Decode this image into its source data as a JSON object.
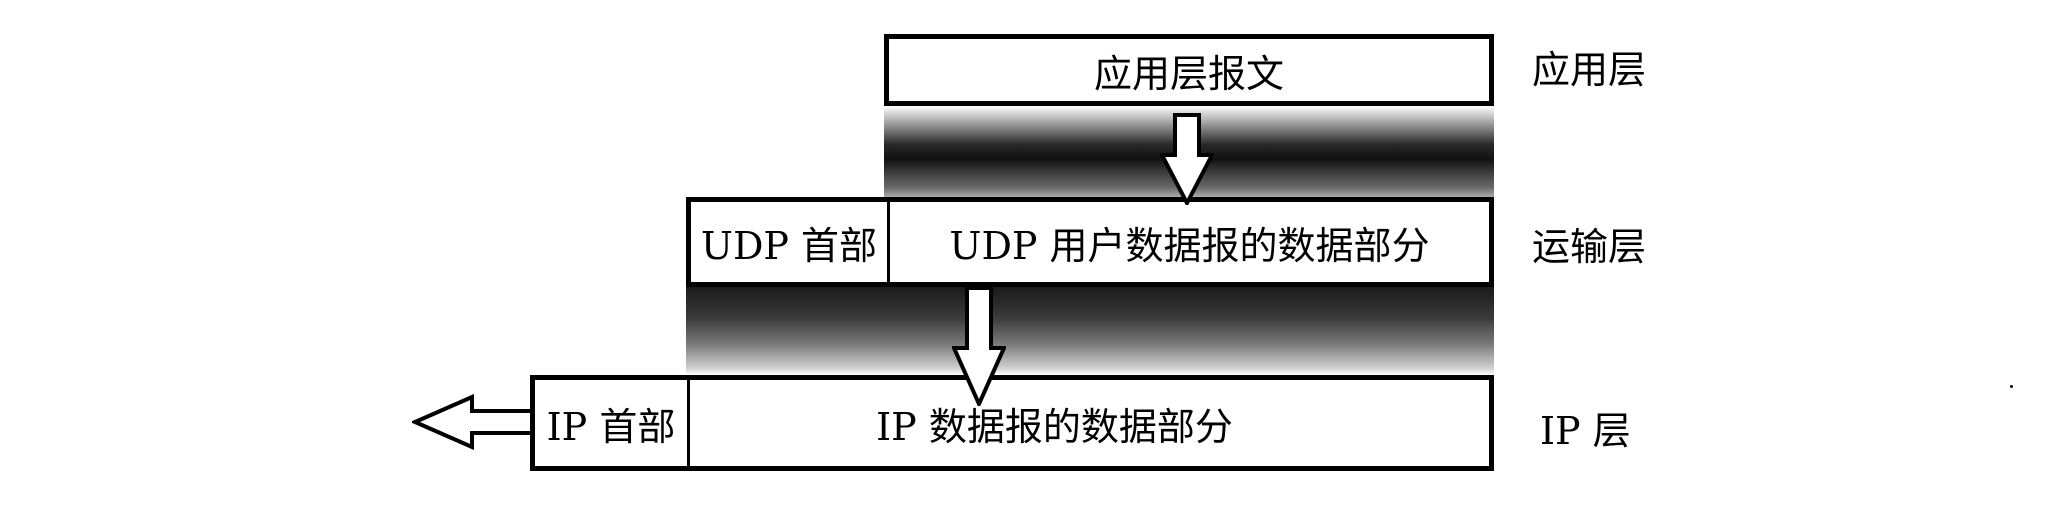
{
  "layers": {
    "application": {
      "box_label": "应用层报文",
      "layer_name": "应用层"
    },
    "transport": {
      "header_label": "UDP 首部",
      "data_label": "UDP 用户数据报的数据部分",
      "layer_name": "运输层"
    },
    "ip": {
      "header_label": "IP 首部",
      "data_label": "IP 数据报的数据部分",
      "layer_name": "IP 层"
    }
  },
  "colors": {
    "line": "#000000",
    "shade_dark": "#111111",
    "shade_light": "#ffffff"
  },
  "icons": [
    "down-arrow-icon",
    "left-arrow-icon"
  ]
}
